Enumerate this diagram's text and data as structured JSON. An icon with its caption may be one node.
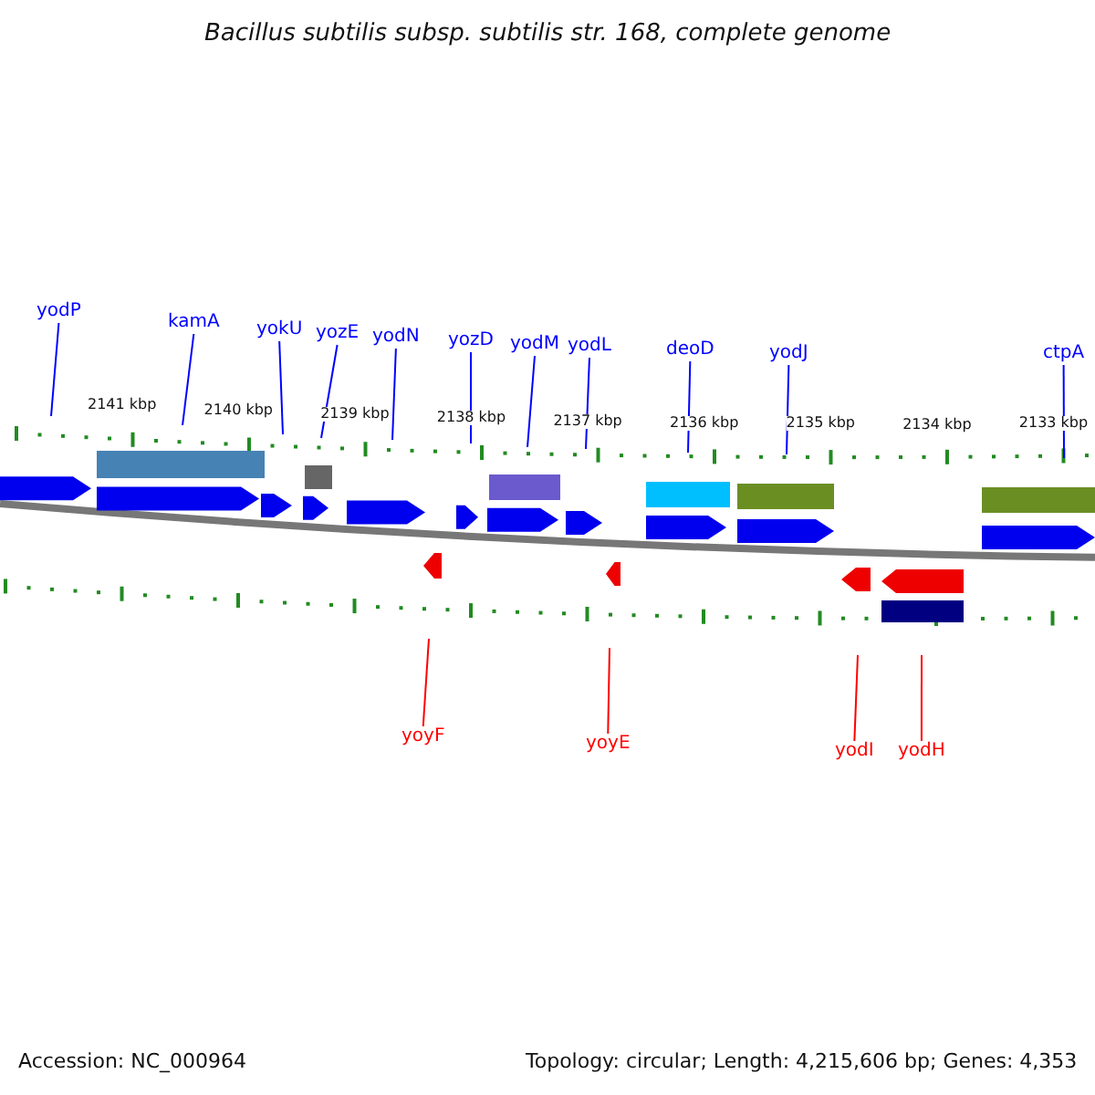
{
  "diagram": {
    "title": "Bacillus subtilis subsp. subtilis str. 168, complete genome",
    "nodes": [
      {
        "text": [
          "yodP"
        ]
      },
      {
        "text": [
          "kamA"
        ]
      },
      {
        "text": [
          "yokU"
        ]
      },
      {
        "text": [
          "yozE"
        ]
      },
      {
        "text": [
          "yodN"
        ]
      },
      {
        "text": [
          "yozD"
        ]
      },
      {
        "text": [
          "yodM"
        ]
      },
      {
        "text": [
          "yodL"
        ]
      },
      {
        "text": [
          "deoD"
        ]
      },
      {
        "text": [
          "yodJ"
        ]
      },
      {
        "text": [
          "ctpA"
        ]
      },
      {
        "text": [
          "yoyF"
        ]
      },
      {
        "text": [
          "yoyE"
        ]
      },
      {
        "text": [
          "yodI"
        ]
      },
      {
        "text": [
          "yodH"
        ]
      },
      {
        "text": [],
        "shape": "picture"
      }
    ],
    "edges": [
      {
        "from": 0,
        "to": 15,
        "arrow": "none"
      },
      {
        "from": 1,
        "to": 15,
        "arrow": "none"
      },
      {
        "from": 2,
        "to": 15,
        "arrow": "none"
      },
      {
        "from": 3,
        "to": 15,
        "arrow": "none"
      },
      {
        "from": 4,
        "to": 15,
        "arrow": "none"
      },
      {
        "from": 5,
        "to": 15,
        "arrow": "none"
      },
      {
        "from": 6,
        "to": 15,
        "arrow": "none"
      },
      {
        "from": 7,
        "to": 15,
        "arrow": "none"
      },
      {
        "from": 8,
        "to": 15,
        "arrow": "none"
      },
      {
        "from": 9,
        "to": 15,
        "arrow": "none"
      },
      {
        "from": 10,
        "to": 15,
        "arrow": "none"
      },
      {
        "from": 11,
        "to": 15,
        "arrow": "none",
        "color": "#ff0000"
      },
      {
        "from": 12,
        "to": 15,
        "arrow": "none",
        "color": "#ff0000"
      },
      {
        "from": 13,
        "to": 15,
        "arrow": "none",
        "color": "#ff0000"
      },
      {
        "from": 14,
        "to": 15,
        "arrow": "none",
        "color": "#ff0000"
      }
    ],
    "labels": [
      "2141 kbp",
      "2140 kbp",
      "2139 kbp",
      "2138 kbp",
      "2137 kbp",
      "2136 kbp",
      "2135 kbp",
      "2134 kbp",
      "2133 kbp",
      "Accession: NC_000964",
      "Topology: circular; Length: 4,215,606 bp; Genes: 4,353"
    ]
  }
}
